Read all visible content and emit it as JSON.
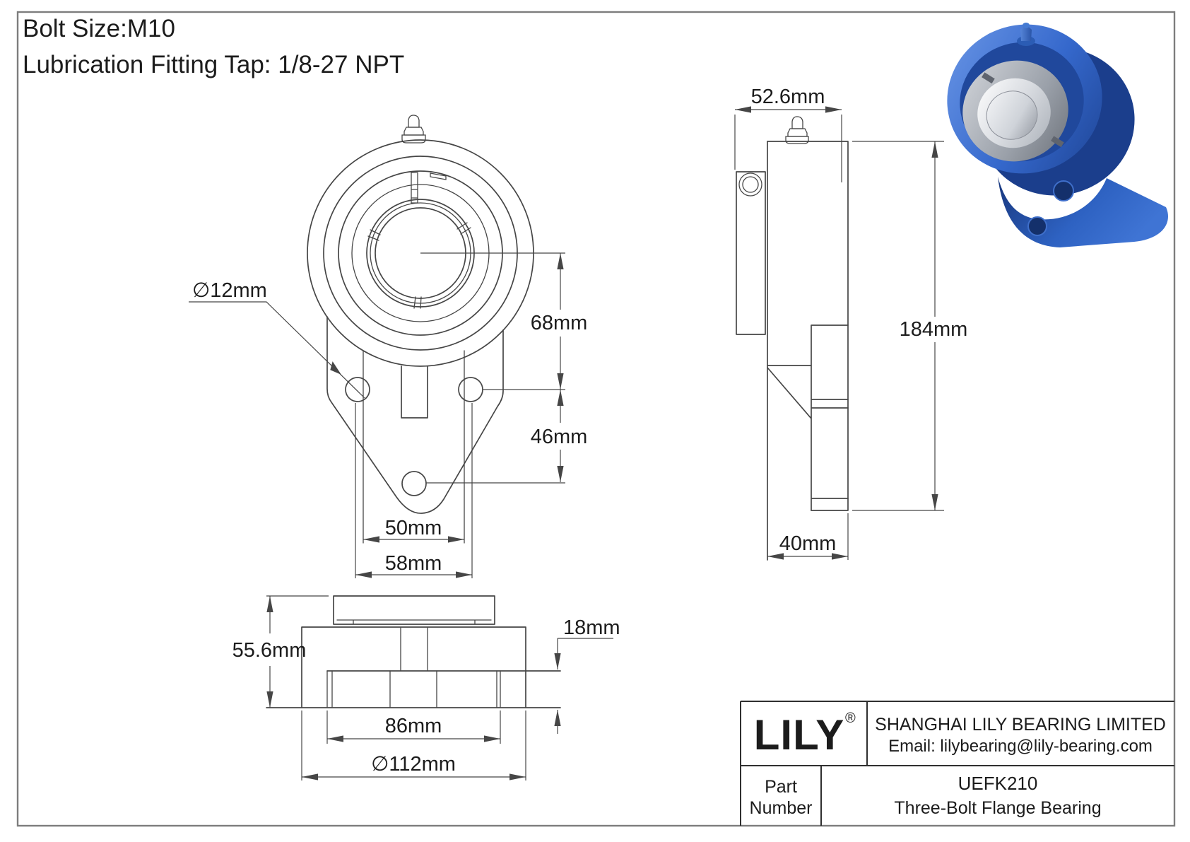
{
  "page": {
    "background": "#ffffff",
    "border_color": "#7d7d7d",
    "line_color": "#464646",
    "text_color": "#1c1c1c",
    "accent_blue": "#2f66c6"
  },
  "header": {
    "bolt_size": "Bolt Size:M10",
    "lubrication_fitting": "Lubrication Fitting Tap: 1/8-27 NPT"
  },
  "front_view": {
    "bolt_hole_diameter": "∅12mm",
    "center_height": "68mm",
    "lower_hole_offset": "46mm",
    "boss_width": "50mm",
    "bolt_spacing": "58mm"
  },
  "side_view": {
    "overall_width": "52.6mm",
    "overall_height": "184mm",
    "housing_depth": "40mm"
  },
  "bottom_view": {
    "overall_height": "55.6mm",
    "hub_protrusion": "18mm",
    "base_width": "86mm",
    "flange_diameter": "∅112mm"
  },
  "title_block": {
    "logo": "LILY",
    "registered_mark": "®",
    "company": "SHANGHAI LILY BEARING LIMITED",
    "email": "Email: lilybearing@lily-bearing.com",
    "part_label_line1": "Part",
    "part_label_line2": "Number",
    "part_number": "UEFK210",
    "part_description": "Three-Bolt Flange Bearing"
  }
}
